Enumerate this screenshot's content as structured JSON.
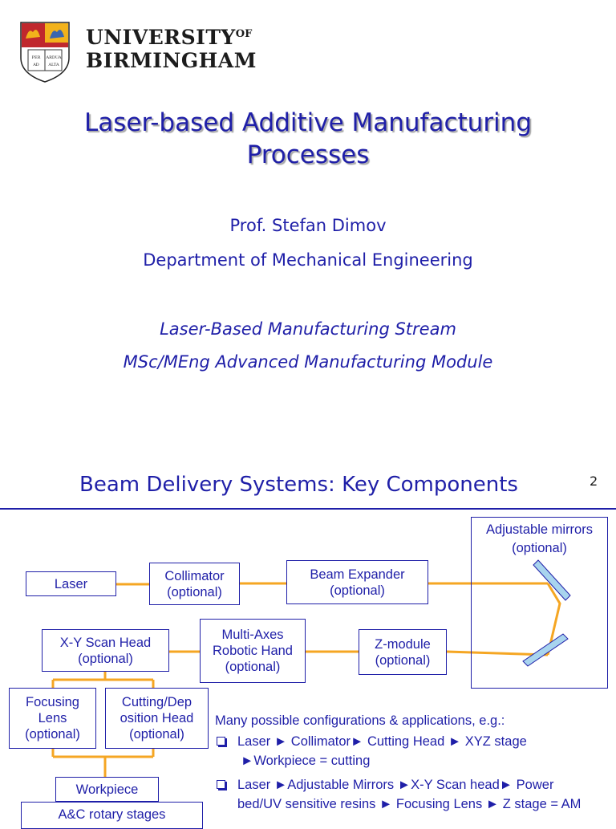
{
  "slide1": {
    "university_name_line1": "UNIVERSITY",
    "university_name_of": "OF",
    "university_name_line2": "BIRMINGHAM",
    "crest_motto": [
      "PER",
      "ARDUA",
      "AD",
      "ALTA"
    ],
    "title_line1": "Laser-based Additive Manufacturing",
    "title_line2": "Processes",
    "author": "Prof. Stefan Dimov",
    "department": "Department of Mechanical Engineering",
    "stream": "Laser-Based Manufacturing Stream",
    "module": "MSc/MEng Advanced Manufacturing Module",
    "colors": {
      "title": "#1f1fa8",
      "crest_red": "#c0282d",
      "crest_gold": "#f2b21b",
      "crest_blue": "#3a66b0"
    }
  },
  "slide2": {
    "title": "Beam Delivery Systems: Key Components",
    "page_number": "2",
    "boxes": {
      "laser": "Laser",
      "collimator": "Collimator\n(optional)",
      "beam_expander": "Beam Expander\n(optional)",
      "mirrors": "Adjustable mirrors\n(optional)",
      "scan_head": "X-Y Scan Head\n(optional)",
      "robotic_hand": "Multi-Axes\nRobotic Hand\n(optional)",
      "z_module": "Z-module\n(optional)",
      "focusing_lens": "Focusing\nLens\n(optional)",
      "cutting_head": "Cutting/Dep\nosition Head\n(optional)",
      "workpiece": "Workpiece",
      "rotary_stages": "A&C rotary stages"
    },
    "notes_intro": "Many possible configurations & applications, e.g.:",
    "note1_line1": "Laser ► Collimator►  Cutting Head ► XYZ stage",
    "note1_line2": "►Workpiece = cutting",
    "note2_line1": "Laser ►Adjustable Mirrors ►X-Y Scan head► Power",
    "note2_line2": "bed/UV sensitive resins ► Focusing Lens ► Z stage = AM",
    "colors": {
      "text": "#1f1fa8",
      "connector": "#f5a623",
      "mirror": "#a8d4ee"
    }
  }
}
